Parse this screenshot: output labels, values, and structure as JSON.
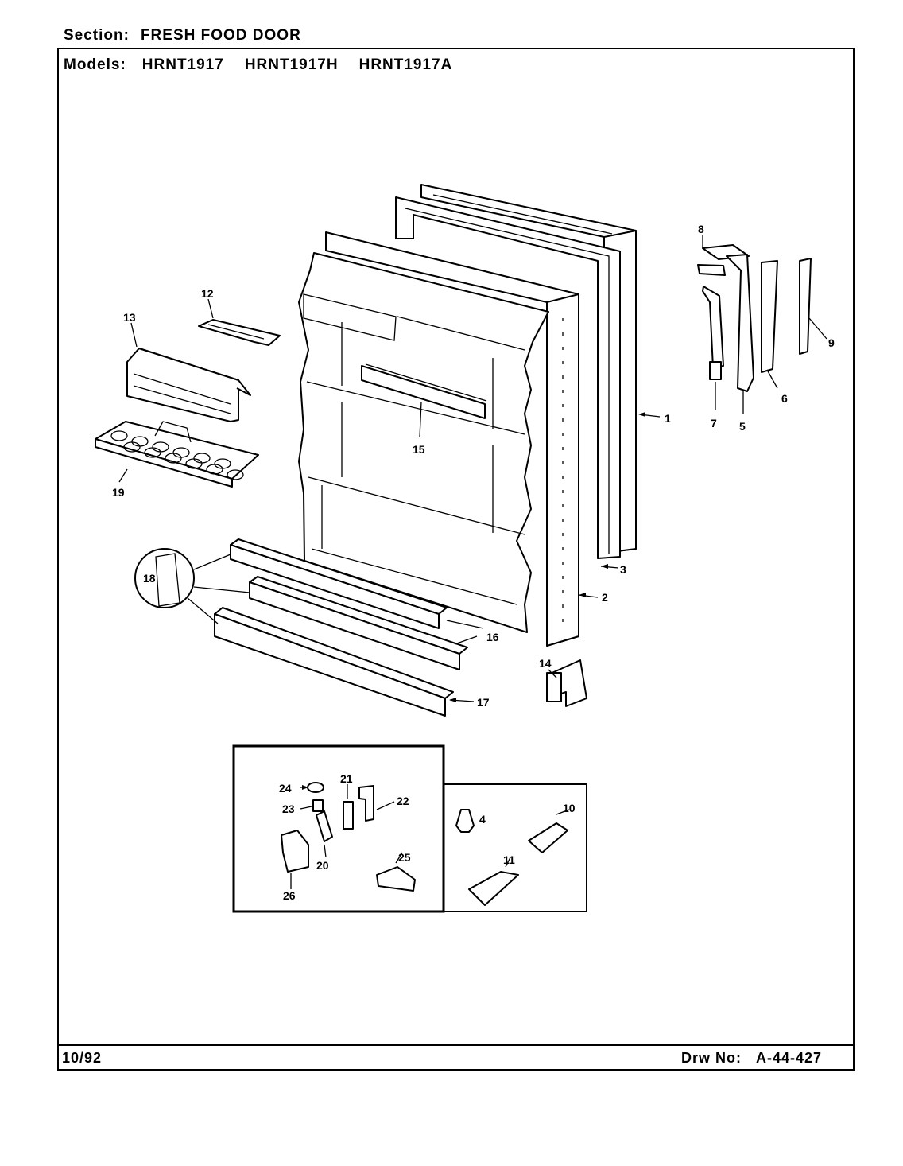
{
  "header": {
    "section_label": "Section:",
    "section_value": "FRESH FOOD DOOR",
    "models_label": "Models:",
    "models": [
      "HRNT1917",
      "HRNT1917H",
      "HRNT1917A"
    ]
  },
  "footer": {
    "date": "10/92",
    "drawing_label": "Drw No:",
    "drawing_number": "A-44-427"
  },
  "callouts": {
    "c1": "1",
    "c2": "2",
    "c3": "3",
    "c4": "4",
    "c5": "5",
    "c6": "6",
    "c7": "7",
    "c8": "8",
    "c9": "9",
    "c10": "10",
    "c11": "11",
    "c12": "12",
    "c13": "13",
    "c14": "14",
    "c15": "15",
    "c16": "16",
    "c17": "17",
    "c18": "18",
    "c19": "19",
    "c20": "20",
    "c21": "21",
    "c22": "22",
    "c23": "23",
    "c24": "24",
    "c25": "25",
    "c26": "26"
  }
}
